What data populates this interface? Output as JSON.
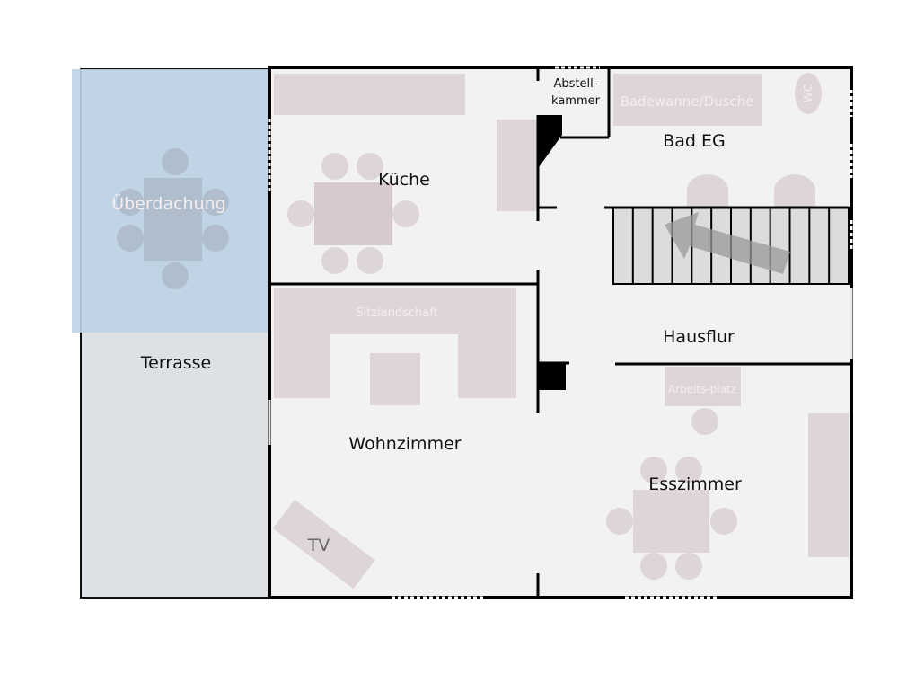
{
  "title": "Grundriss Erdgeschoss",
  "rooms": {
    "kueche": "Küche",
    "abstell_1": "Abstell-",
    "abstell_2": "kammer",
    "bad": "Bad EG",
    "ueberdachung": "Überdachung",
    "terrasse": "Terrasse",
    "hausflur": "Hausflur",
    "wohnzimmer": "Wohnzimmer",
    "esszimmer": "Esszimmer"
  },
  "furniture": {
    "badewanne": "Badewanne/Dusche",
    "wc": "WC",
    "sitzlandschaft": "Sitzlandschaft",
    "arbeitsplatz": "Arbeits-platz",
    "tv": "TV"
  },
  "colors": {
    "terrace": "#dde1e6",
    "roof": "#bcd3e6",
    "floor": "#f2f2f2",
    "furniture": "#ddd5d8",
    "wall": "#000000"
  },
  "stairs": {
    "steps": 12
  }
}
